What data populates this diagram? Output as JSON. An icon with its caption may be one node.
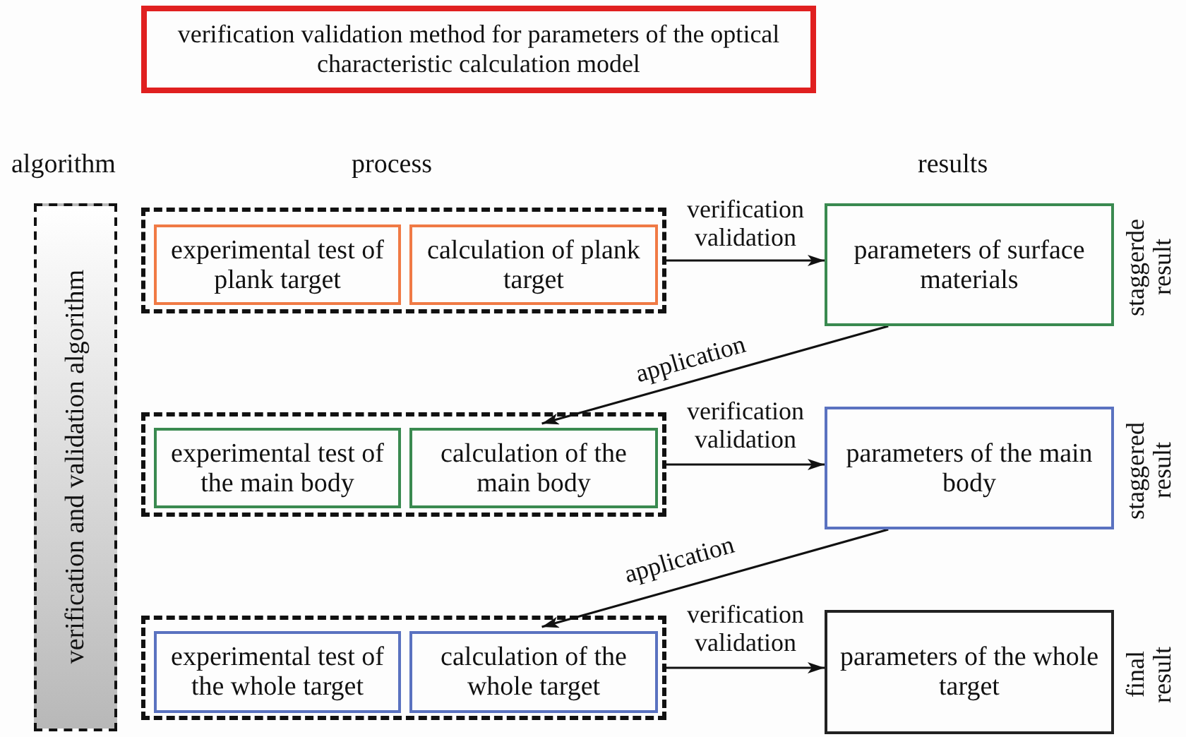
{
  "diagram": {
    "nodes": [
      {
        "text": [
          "verification validation method for parameters of the optical characteristic calculation model"
        ]
      },
      {
        "text": [
          "verification and validation algorithm"
        ]
      },
      {
        "text": [],
        "shape": "box"
      },
      {
        "text": [
          "experimental test of plank target"
        ],
        "in": 2
      },
      {
        "text": [
          "calculation of plank target"
        ],
        "in": 2
      },
      {
        "text": [],
        "shape": "box"
      },
      {
        "text": [
          "experimental test of the main body"
        ],
        "in": 5
      },
      {
        "text": [
          "calculation of the main body"
        ],
        "in": 5
      },
      {
        "text": [],
        "shape": "box"
      },
      {
        "text": [
          "experimental test of the whole target"
        ],
        "in": 8
      },
      {
        "text": [
          "calculation of the whole target"
        ],
        "in": 8
      },
      {
        "text": [
          "parameters of surface materials"
        ],
        "beside": [
          "staggerde result"
        ]
      },
      {
        "text": [
          "parameters of the main body"
        ],
        "beside": [
          "staggered result"
        ]
      },
      {
        "text": [
          "parameters of the whole target"
        ],
        "beside": [
          "final result"
        ]
      }
    ],
    "edges": [
      {
        "from": 2,
        "to": 11,
        "arrow": "to",
        "label": "verification validation"
      },
      {
        "from": 11,
        "to": 7,
        "arrow": "to",
        "label": "application"
      },
      {
        "from": 5,
        "to": 12,
        "arrow": "to",
        "label": "verification validation"
      },
      {
        "from": 12,
        "to": 10,
        "arrow": "to",
        "label": "application"
      },
      {
        "from": 8,
        "to": 13,
        "arrow": "to",
        "label": "verification validation"
      }
    ],
    "labels": [
      "algorithm",
      "process",
      "results"
    ]
  }
}
